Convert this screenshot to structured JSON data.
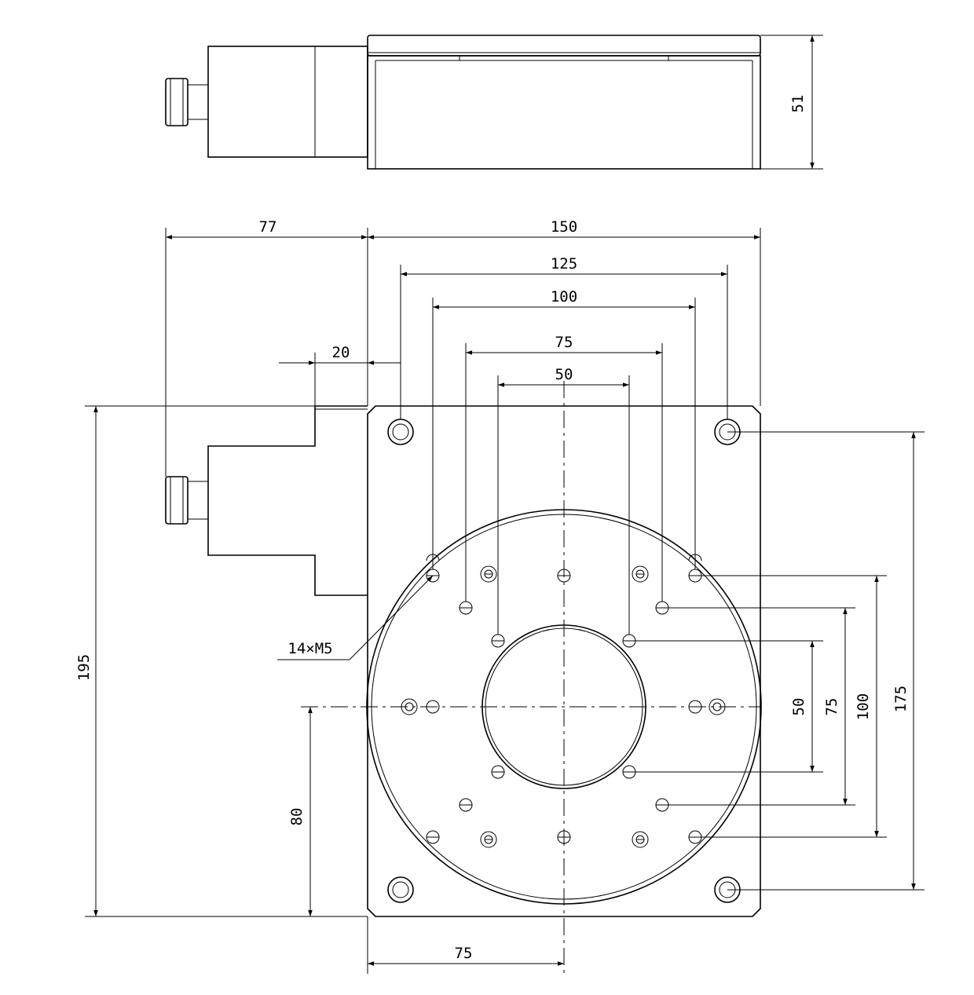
{
  "dimensions": {
    "height_side": "51",
    "offset_motor": "77",
    "width_total": "150",
    "span_125": "125",
    "span_100": "100",
    "span_75": "75",
    "span_50": "50",
    "offset_20": "20",
    "height_total": "195",
    "center_to_bottom": "80",
    "center_from_left": "75",
    "right_50": "50",
    "right_75": "75",
    "right_100": "100",
    "right_175": "175"
  },
  "callouts": {
    "holes": "14×M5"
  }
}
